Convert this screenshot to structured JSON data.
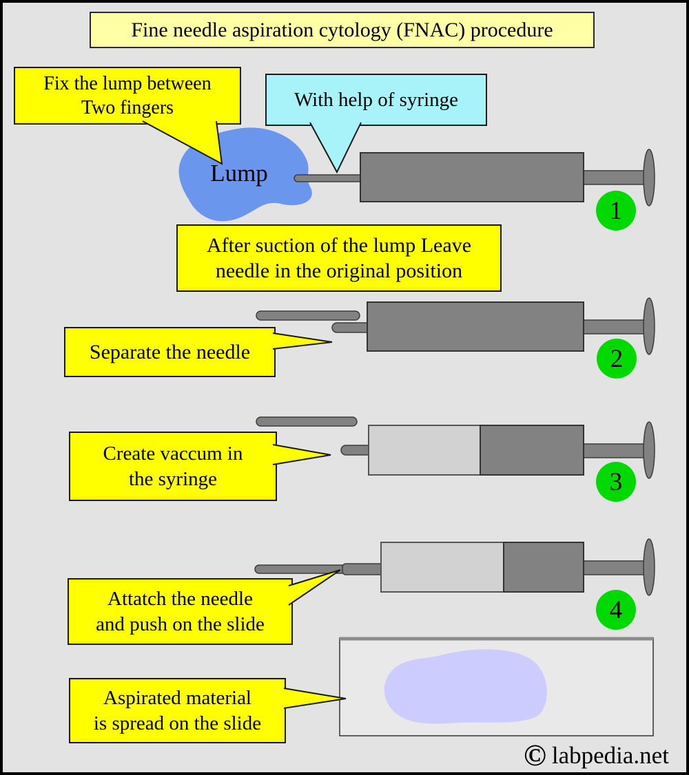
{
  "title": "Fine needle aspiration cytology (FNAC) procedure",
  "callouts": {
    "fix_lump": {
      "line1": "Fix the lump between",
      "line2": "Two fingers"
    },
    "with_syringe": {
      "line1": "With help of syringe"
    },
    "after_suction": {
      "line1": "After suction of the lump Leave",
      "line2": "needle in the original position"
    },
    "separate": {
      "line1": "Separate the needle"
    },
    "vacuum": {
      "line1": "Create vaccum in",
      "line2": "the syringe"
    },
    "attach": {
      "line1": "Attatch the needle",
      "line2": "and push on the slide"
    },
    "aspirate": {
      "line1": "Aspirated material",
      "line2": "is spread on the slide"
    }
  },
  "labels": {
    "lump": "Lump"
  },
  "steps": [
    {
      "number": "1"
    },
    {
      "number": "2"
    },
    {
      "number": "3"
    },
    {
      "number": "4"
    }
  ],
  "footer": {
    "copyright_symbol": "©",
    "site": "labpedia.net"
  },
  "colors": {
    "background": "#e3e3e3",
    "title_box": "#ffffa6",
    "callout_yellow": "#ffff00",
    "callout_cyan": "#a8f2fa",
    "step_badge_green": "#00d900",
    "lump_blue": "#6b96ee",
    "syringe_gray": "#828282",
    "barrel_light_gray": "#d2d2d2",
    "smear_lavender": "#ccccff",
    "slide_fill": "#e9e9e9"
  }
}
